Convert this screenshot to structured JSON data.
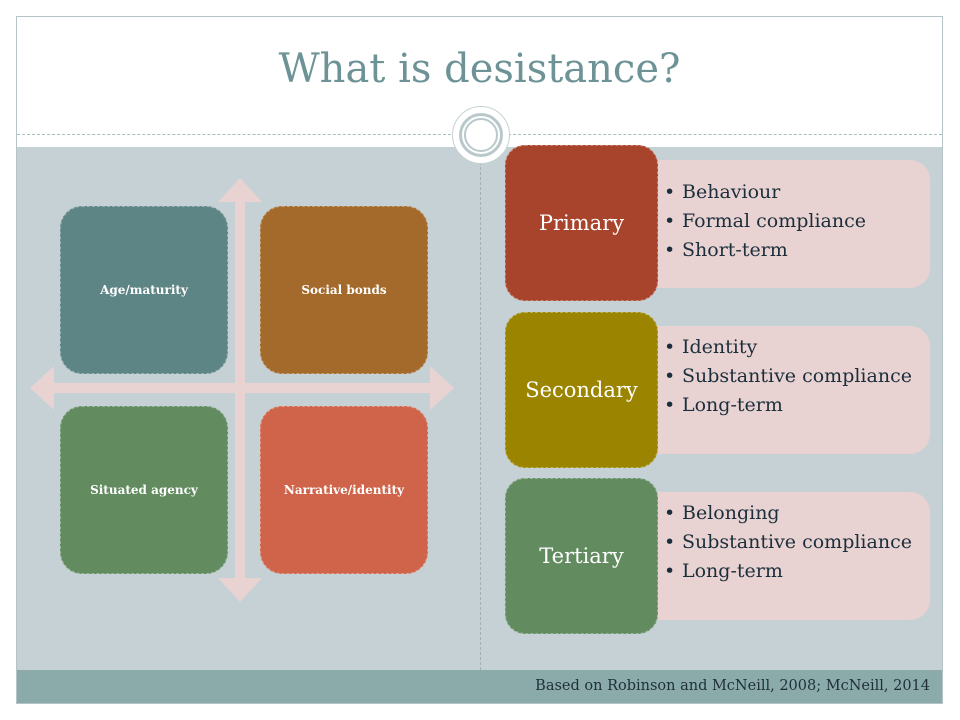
{
  "slide": {
    "title": "What is desistance?",
    "footer": "Based on Robinson and McNeill, 2008; McNeill, 2014"
  },
  "quadrants": [
    {
      "label": "Age/maturity",
      "color": "#5e8586"
    },
    {
      "label": "Social bonds",
      "color": "#a36a2b"
    },
    {
      "label": "Situated agency",
      "color": "#628b5f"
    },
    {
      "label": "Narrative/identity",
      "color": "#cf644a"
    }
  ],
  "stages": [
    {
      "label": "Primary",
      "color": "#a8432c",
      "items": [
        "Behaviour",
        "Formal compliance",
        "Short-term"
      ]
    },
    {
      "label": "Secondary",
      "color": "#9a8400",
      "items": [
        "Identity",
        "Substantive compliance",
        "Long-term"
      ]
    },
    {
      "label": "Tertiary",
      "color": "#628b5f",
      "items": [
        "Belonging",
        "Substantive compliance",
        "Long-term"
      ]
    }
  ]
}
